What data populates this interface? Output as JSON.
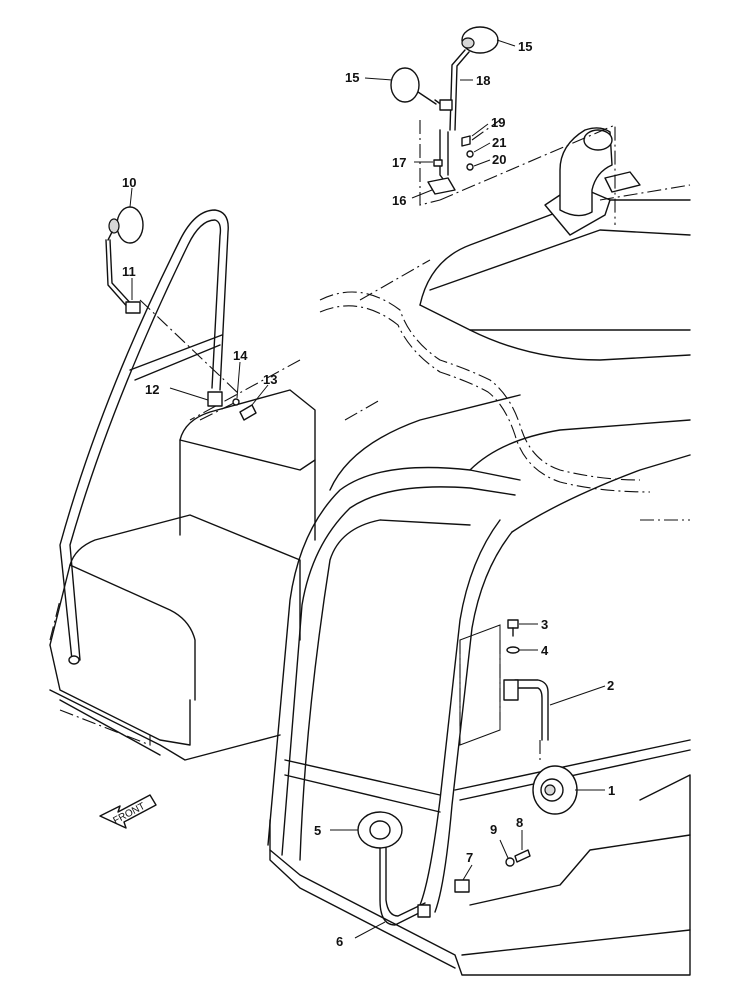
{
  "diagram": {
    "direction_label": "FRONT",
    "callouts": [
      "1",
      "2",
      "3",
      "4",
      "5",
      "6",
      "7",
      "8",
      "9",
      "10",
      "11",
      "12",
      "13",
      "14",
      "15",
      "15",
      "16",
      "17",
      "18",
      "19",
      "20",
      "21"
    ]
  }
}
